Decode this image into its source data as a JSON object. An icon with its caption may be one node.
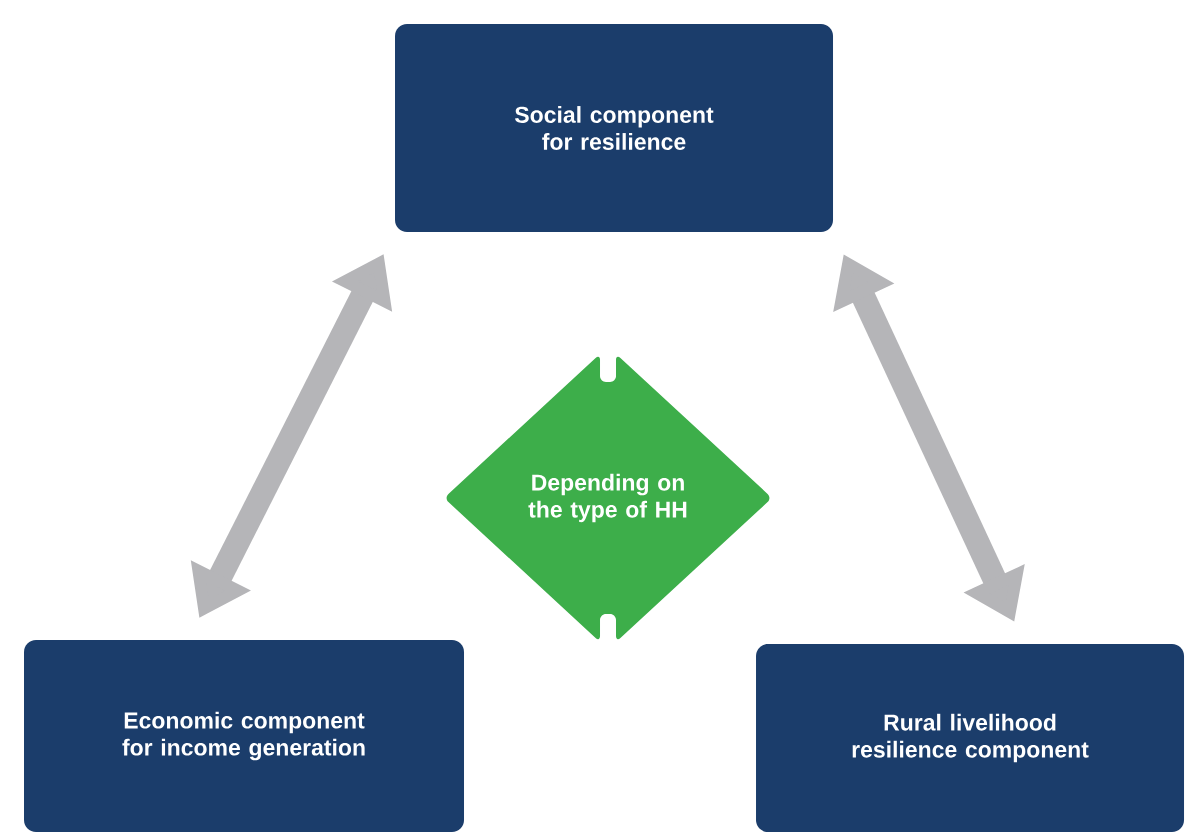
{
  "diagram": {
    "nodes": [
      {
        "text": [
          "Social component for resilience"
        ]
      },
      {
        "text": [
          "Economic component for income generation"
        ]
      },
      {
        "text": [
          "Rural livelihood resilience component"
        ]
      },
      {
        "text": [
          "Depending on the type of HH"
        ]
      }
    ],
    "edges": [
      {
        "from": 0,
        "to": 1,
        "arrow": "both"
      },
      {
        "from": 0,
        "to": 2,
        "arrow": "both"
      }
    ]
  }
}
